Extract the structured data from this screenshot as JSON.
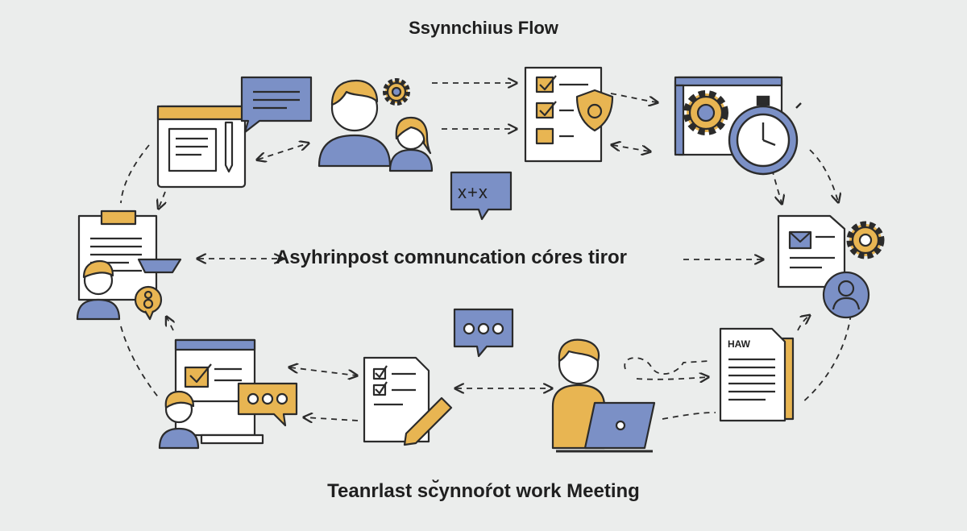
{
  "titles": {
    "top": "Ssynnchiıus Flow",
    "middle": "Asyhrinpost comnuncation córes tiror",
    "bottom": "Teanrlast sc̆ynnoŕot work Meeting"
  },
  "icon_labels": {
    "chat_bubble_text": "x+x",
    "document_heading": "HAW"
  },
  "colors": {
    "background": "#ebedec",
    "outline": "#2b2b2b",
    "accent_orange": "#e8b552",
    "accent_blue": "#7b90c6",
    "paper": "#ffffff"
  }
}
